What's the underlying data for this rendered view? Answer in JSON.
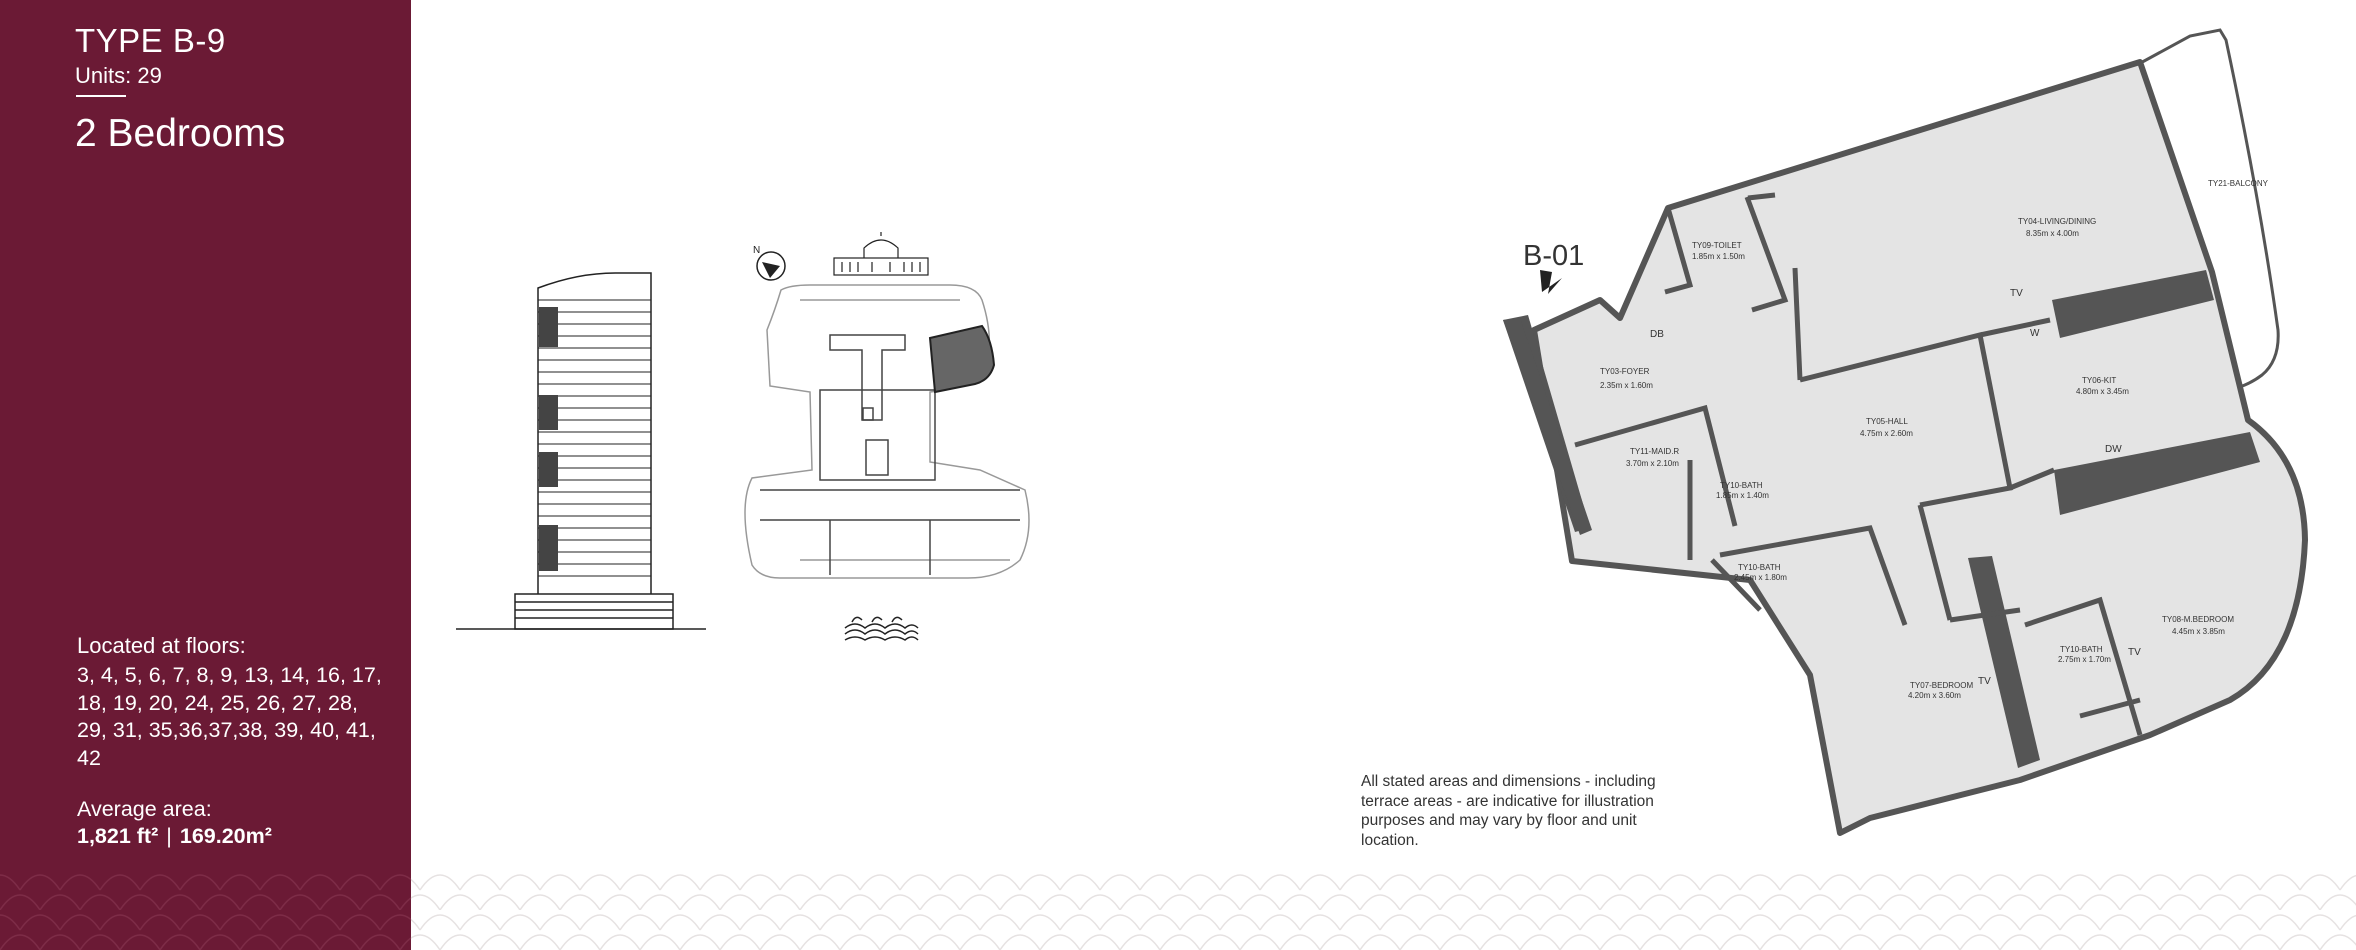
{
  "unit": {
    "type": "TYPE B-9",
    "units": "Units: 29",
    "bedrooms": "2 Bedrooms"
  },
  "location": {
    "floors_label": "Located at floors:",
    "floors": "3, 4, 5, 6, 7, 8, 9, 13, 14, 16, 17, 18, 19, 20, 24, 25, 26, 27, 28, 29, 31, 35,36,37,38, 39, 40, 41, 42"
  },
  "area": {
    "label": "Average area:",
    "sqft": "1,821 ft²",
    "separator": "|",
    "sqm": "169.20m²"
  },
  "key_plan": {
    "north": "N"
  },
  "floor_plan": {
    "unit_tag": "B-01",
    "rooms": [
      {
        "name": "TY09-TOILET",
        "dims": "1.85m x 1.50m"
      },
      {
        "name": "TY04-LIVING/DINING",
        "dims": "8.35m x 4.00m"
      },
      {
        "name": "TY21-BALCONY",
        "dims": ""
      },
      {
        "name": "TY03-FOYER",
        "dims": "2.35m x 1.60m"
      },
      {
        "name": "TY05-HALL",
        "dims": "4.75m x 2.60m"
      },
      {
        "name": "TY06-KIT",
        "dims": "4.80m x 3.45m"
      },
      {
        "name": "TY11-MAID.R",
        "dims": "3.70m x 2.10m"
      },
      {
        "name": "TY10-BATH",
        "dims": "1.85m x 1.40m"
      },
      {
        "name": "TY10-BATH",
        "dims": "2.45m x 1.80m"
      },
      {
        "name": "TY07-BEDROOM",
        "dims": "4.20m x 3.60m"
      },
      {
        "name": "TY10-BATH",
        "dims": "2.75m x 1.70m"
      },
      {
        "name": "TY08-M.BEDROOM",
        "dims": "4.45m x 3.85m"
      }
    ],
    "fixture_labels": [
      "DB",
      "W",
      "DW",
      "TV",
      "TV",
      "TV"
    ]
  },
  "disclaimer": "All stated areas and dimensions - including terrace areas - are indicative for illustration purposes and may vary by floor and unit location.",
  "colors": {
    "sidebar": "#6b1a35",
    "plan_floor": "#e4e4e4",
    "plan_wall": "#555555",
    "highlight": "#666666"
  }
}
